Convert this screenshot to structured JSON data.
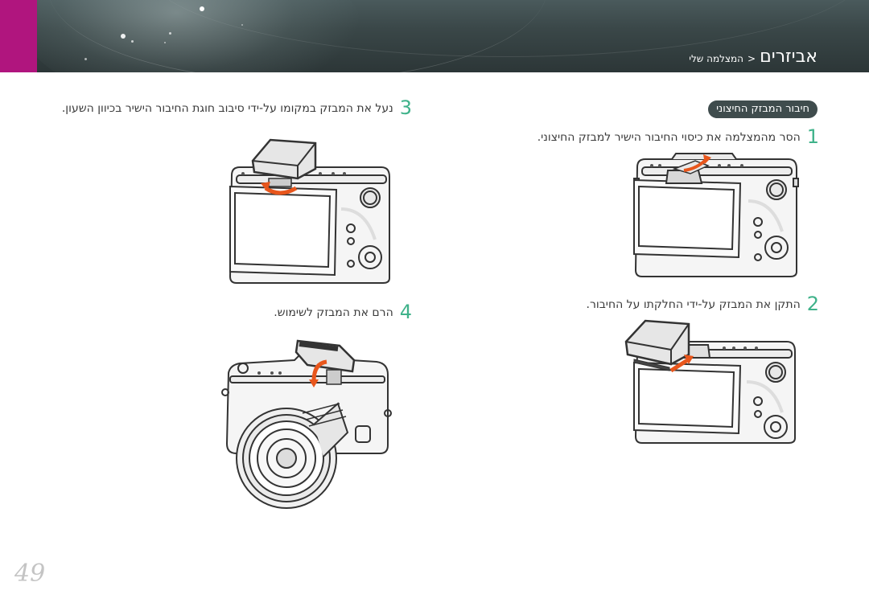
{
  "header": {
    "breadcrumb_main": "אביזרים",
    "breadcrumb_separator": "<",
    "breadcrumb_sub": "המצלמה שלי"
  },
  "section": {
    "title": "חיבור המבזק החיצוני"
  },
  "steps": [
    {
      "number": "1",
      "text": "הסר מהמצלמה את כיסוי החיבור הישיר למבזק החיצוני."
    },
    {
      "number": "2",
      "text": "התקן את המבזק על-ידי החלקתו על החיבור."
    },
    {
      "number": "3",
      "text": "נעל את המבזק במקומו על-ידי סיבוב חוגת החיבור הישיר בכיוון השעון."
    },
    {
      "number": "4",
      "text": "הרם את המבזק לשימוש."
    }
  ],
  "page": {
    "number": "49"
  },
  "colors": {
    "accent_step": "#3fb28a",
    "header_tab": "#b0157e",
    "pill": "#3f4c4d",
    "arrow": "#e8561c"
  }
}
